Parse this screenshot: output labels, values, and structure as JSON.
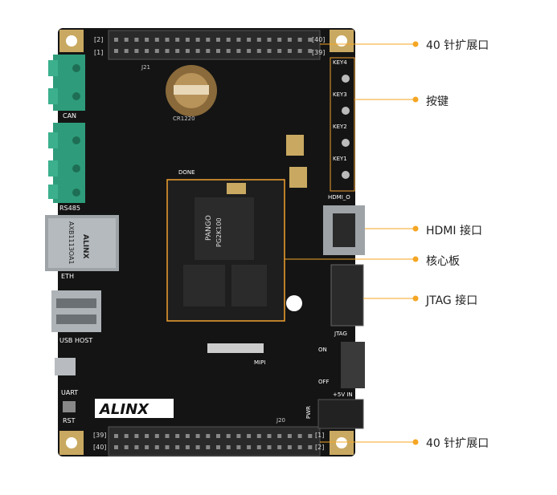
{
  "callouts": [
    {
      "label": "40 针扩展口"
    },
    {
      "label": "按键"
    },
    {
      "label": "HDMI 接口"
    },
    {
      "label": "核心板"
    },
    {
      "label": "JTAG 接口"
    },
    {
      "label": "40 针扩展口"
    }
  ],
  "board": {
    "brand": "ALINX",
    "eth_module": "ALINX",
    "eth_part": "AXB1113OA1",
    "core_chip": "PANGO",
    "core_part": "PG2K100",
    "battery": "CR1220",
    "labels": {
      "can": "CAN",
      "rs485": "RS485",
      "eth": "ETH",
      "usb_host": "USB HOST",
      "uart": "UART",
      "rst": "RST",
      "hdmi_o": "HDMI_O",
      "jtag": "JTAG",
      "mipi": "MIPI",
      "pwr": "PWR",
      "power_in": "+5V IN",
      "on": "ON",
      "off": "OFF",
      "done": "DONE",
      "j20": "J20",
      "j21": "J21"
    },
    "keys": [
      "KEY4",
      "KEY3",
      "KEY2",
      "KEY1"
    ],
    "pin_markers": {
      "top_left_2": "[2]",
      "top_left_1": "[1]",
      "top_right_40": "[40]",
      "top_right_39": "[39]",
      "bottom_left_39": "[39]",
      "bottom_left_40": "[40]",
      "bottom_right_1": "[1]",
      "bottom_right_2": "[2]"
    }
  },
  "colors": {
    "accent": "#f5a623",
    "pcb": "#141414",
    "gold": "#c9a961",
    "terminal": "#2e9c7a",
    "core_outline": "#f0a030"
  }
}
